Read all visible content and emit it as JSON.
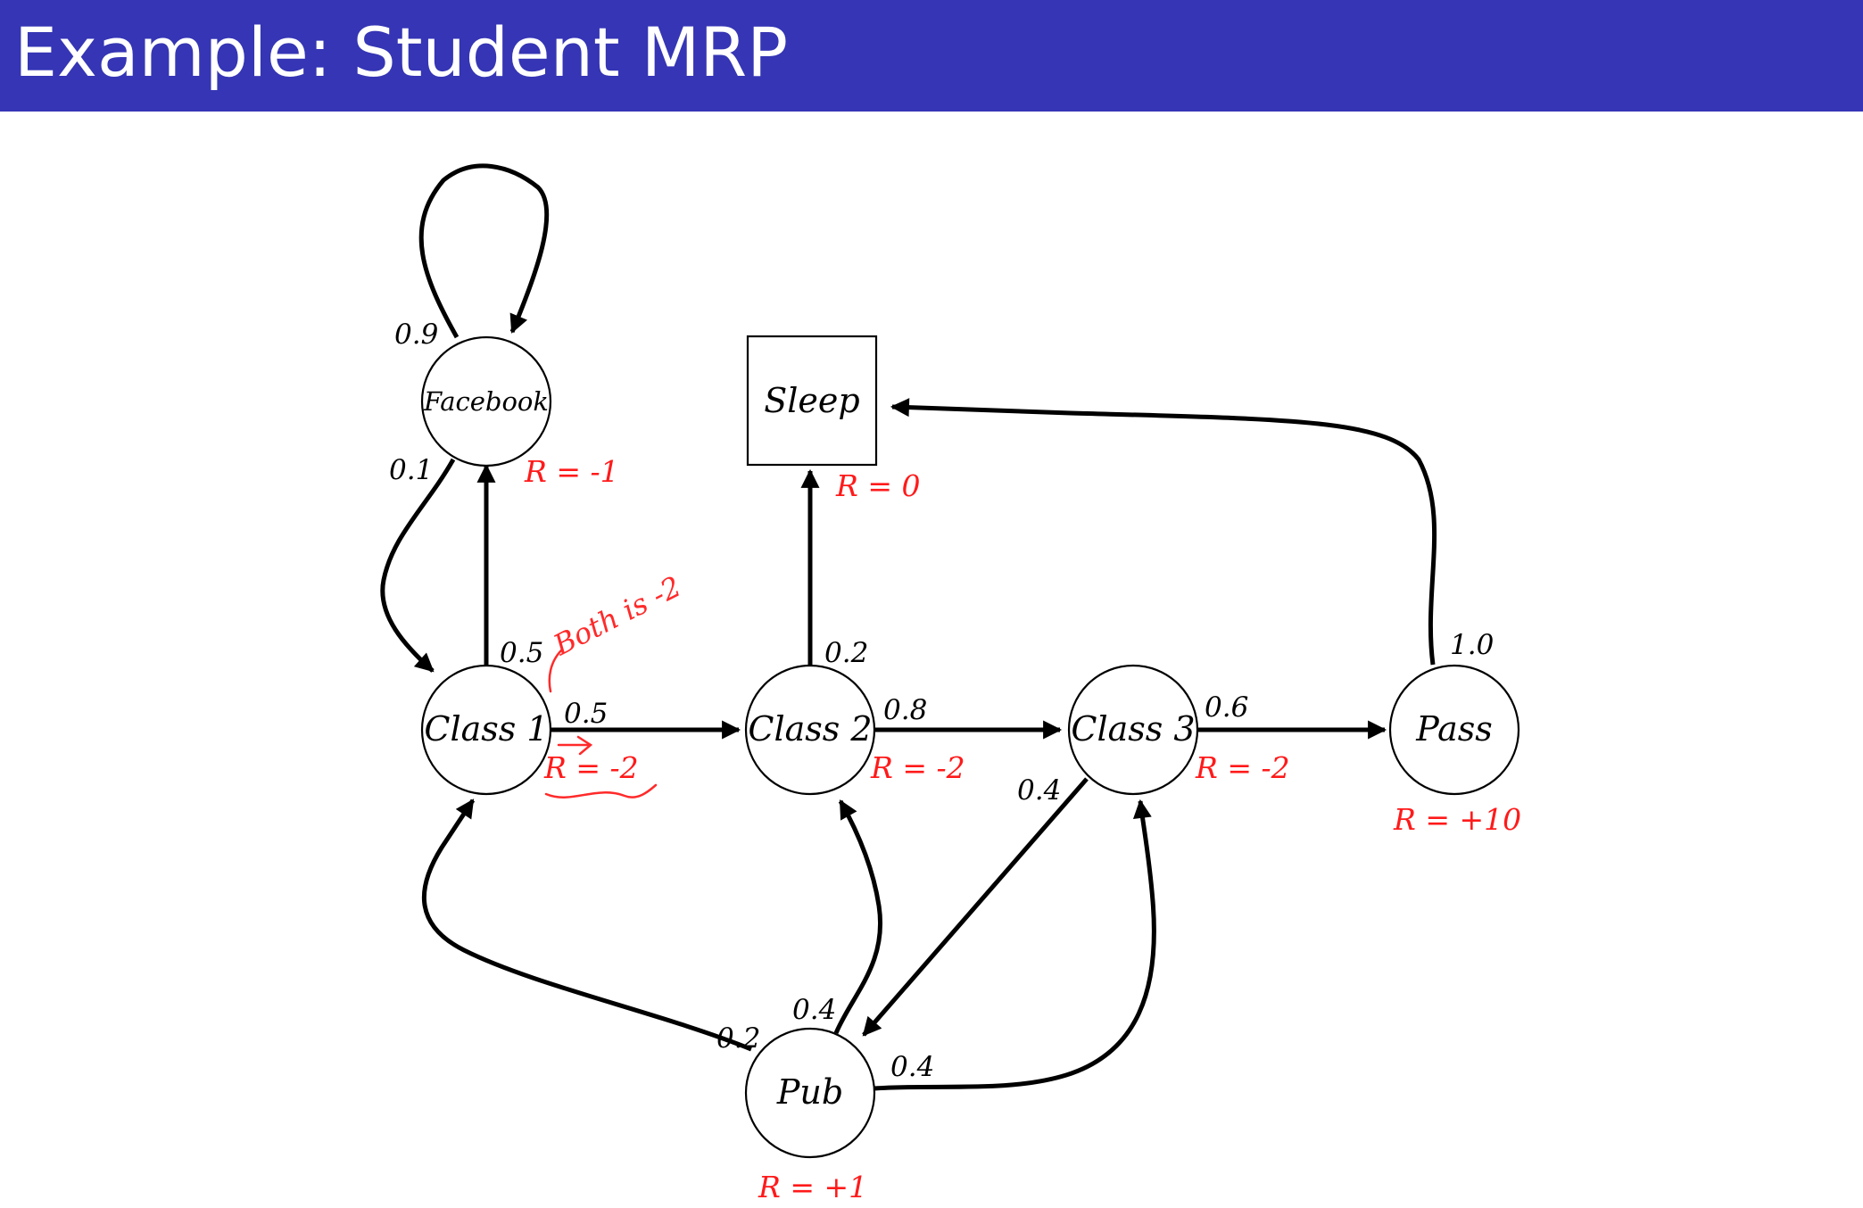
{
  "title": "Example: Student MRP",
  "colors": {
    "title_bar": "#3535b5",
    "reward_text": "#ff1a1a",
    "annotation": "#ff2a2a"
  },
  "nodes": {
    "facebook": {
      "label": "Facebook",
      "reward": "R = -1"
    },
    "sleep": {
      "label": "Sleep",
      "reward": "R = 0"
    },
    "class1": {
      "label": "Class 1",
      "reward": "R = -2"
    },
    "class2": {
      "label": "Class 2",
      "reward": "R = -2"
    },
    "class3": {
      "label": "Class 3",
      "reward": "R = -2"
    },
    "pass": {
      "label": "Pass",
      "reward": "R = +10"
    },
    "pub": {
      "label": "Pub",
      "reward": "R = +1"
    }
  },
  "edges": [
    {
      "from": "Facebook",
      "to": "Facebook",
      "prob": "0.9"
    },
    {
      "from": "Facebook",
      "to": "Class 1",
      "prob": "0.1"
    },
    {
      "from": "Class 1",
      "to": "Facebook",
      "prob": "0.5"
    },
    {
      "from": "Class 1",
      "to": "Class 2",
      "prob": "0.5"
    },
    {
      "from": "Class 2",
      "to": "Sleep",
      "prob": "0.2"
    },
    {
      "from": "Class 2",
      "to": "Class 3",
      "prob": "0.8"
    },
    {
      "from": "Class 3",
      "to": "Pass",
      "prob": "0.6"
    },
    {
      "from": "Class 3",
      "to": "Pub",
      "prob": "0.4"
    },
    {
      "from": "Pass",
      "to": "Sleep",
      "prob": "1.0"
    },
    {
      "from": "Pub",
      "to": "Class 1",
      "prob": "0.2"
    },
    {
      "from": "Pub",
      "to": "Class 2",
      "prob": "0.4"
    },
    {
      "from": "Pub",
      "to": "Class 3",
      "prob": "0.4"
    }
  ],
  "annotation": {
    "text": "Both is -2"
  }
}
